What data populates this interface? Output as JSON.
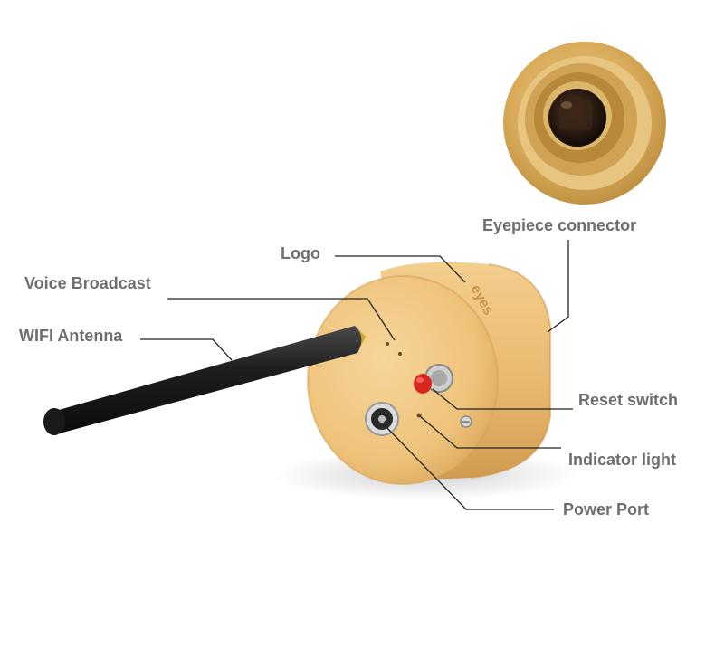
{
  "labels": {
    "eyepiece_connector": "Eyepiece connector",
    "logo": "Logo",
    "voice_broadcast": "Voice Broadcast",
    "wifi_antenna": "WIFI Antenna",
    "reset_switch": "Reset switch",
    "indicator_light": "Indicator light",
    "power_port": "Power Port"
  },
  "logo_text": "eyes",
  "colors": {
    "body_gold": "#ecc07a",
    "antenna": "#1c1c1c",
    "reset_button": "#d8261f",
    "label_text": "#6e6e6e",
    "leader_line": "#222222"
  },
  "icons": {
    "product": "wifi-eyepiece-camera-module"
  }
}
